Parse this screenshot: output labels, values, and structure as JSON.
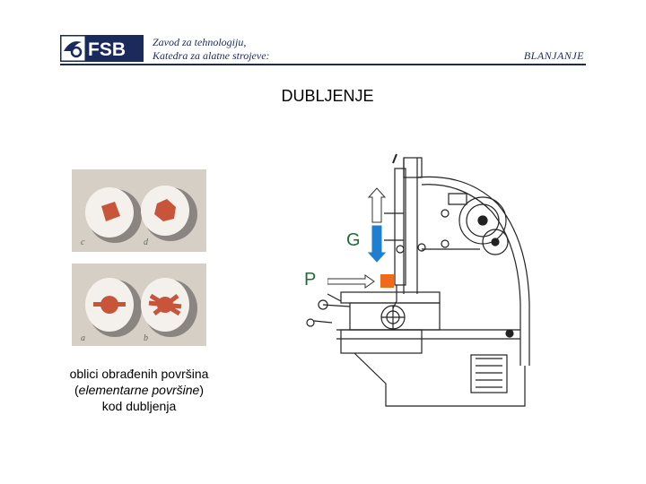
{
  "header": {
    "logo_text": "FSB",
    "institution_line1": "Zavod za tehnologiju,",
    "institution_line2": "Katedra za alatne strojeve:",
    "section": "BLANJANJE",
    "accent_color": "#1a2a5a"
  },
  "title": "DUBLJENJE",
  "photos": {
    "top_labels": [
      "c",
      "d"
    ],
    "bottom_labels": [
      "a",
      "b"
    ]
  },
  "caption": {
    "line1": "oblici obrađenih površina",
    "line2_open": "(",
    "line2_italic": "elementarne površine",
    "line2_close": ")",
    "line3": "kod dubljenja"
  },
  "labels": {
    "g": "G",
    "p": "P"
  },
  "colors": {
    "workpiece_red": "#c8543a",
    "arrow_blue": "#1e7fd0",
    "tool_orange": "#f06a1e",
    "label_green": "#1f6b3a"
  },
  "icons": {
    "logo": "fsb-logo-icon",
    "up_arrow": "up-arrow-icon",
    "down_arrow": "down-arrow-icon",
    "right_arrow": "right-arrow-icon"
  }
}
